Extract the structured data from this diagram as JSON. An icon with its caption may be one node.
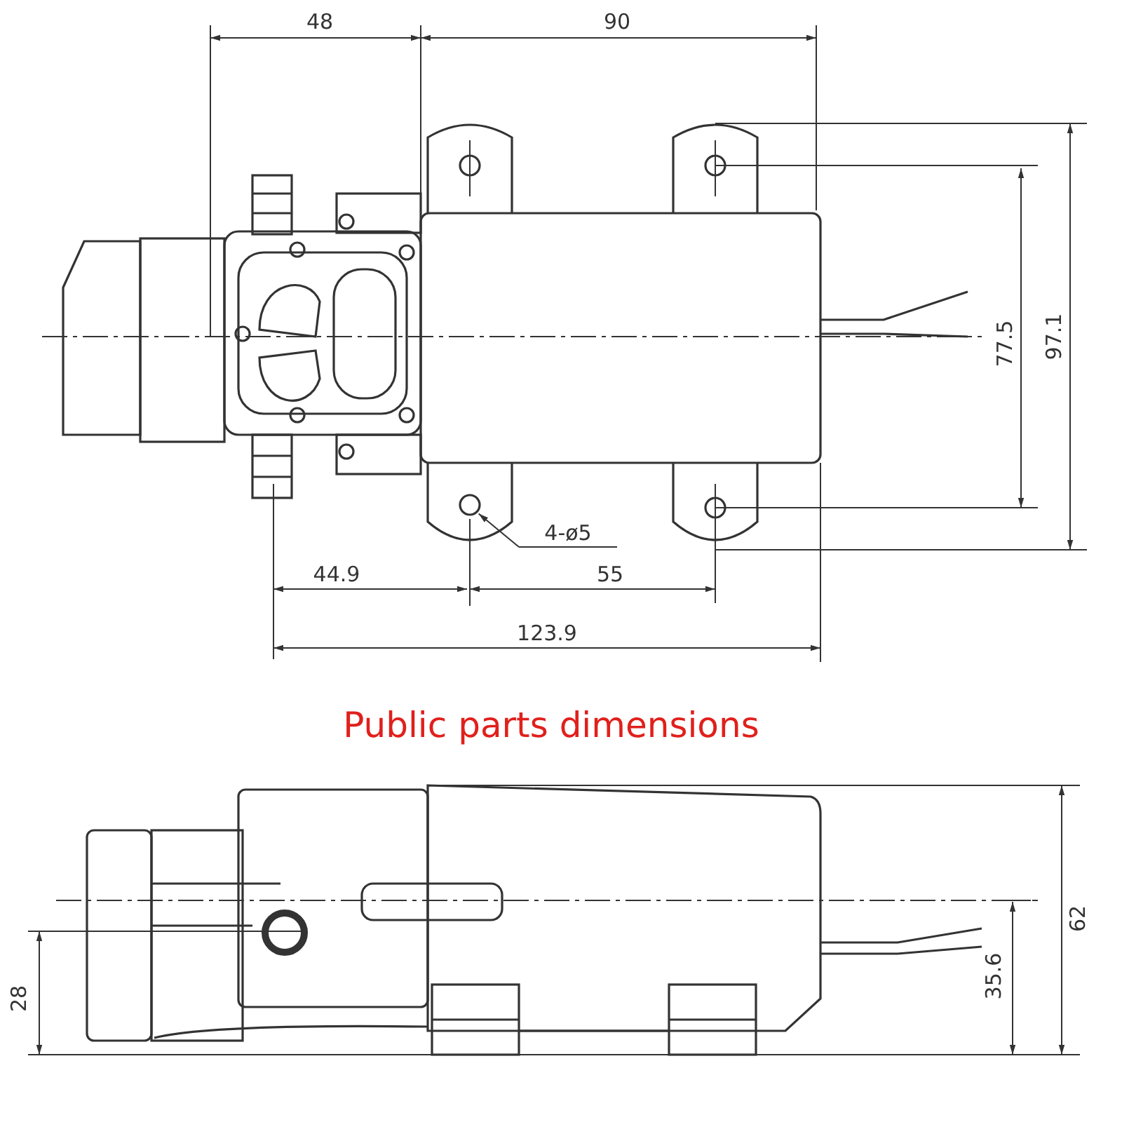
{
  "diagram": {
    "nodes": [
      {
        "text": [
          "4-ø5"
        ]
      },
      {
        "text": [],
        "shape": "circle"
      }
    ],
    "edges": [
      {
        "from": 0,
        "to": 1,
        "arrow": "to"
      }
    ],
    "labels": [
      "48",
      "90",
      "77.5",
      "97.1",
      "44.9",
      "55",
      "123.9",
      "Public parts dimensions",
      "62",
      "35.6",
      "28"
    ]
  }
}
